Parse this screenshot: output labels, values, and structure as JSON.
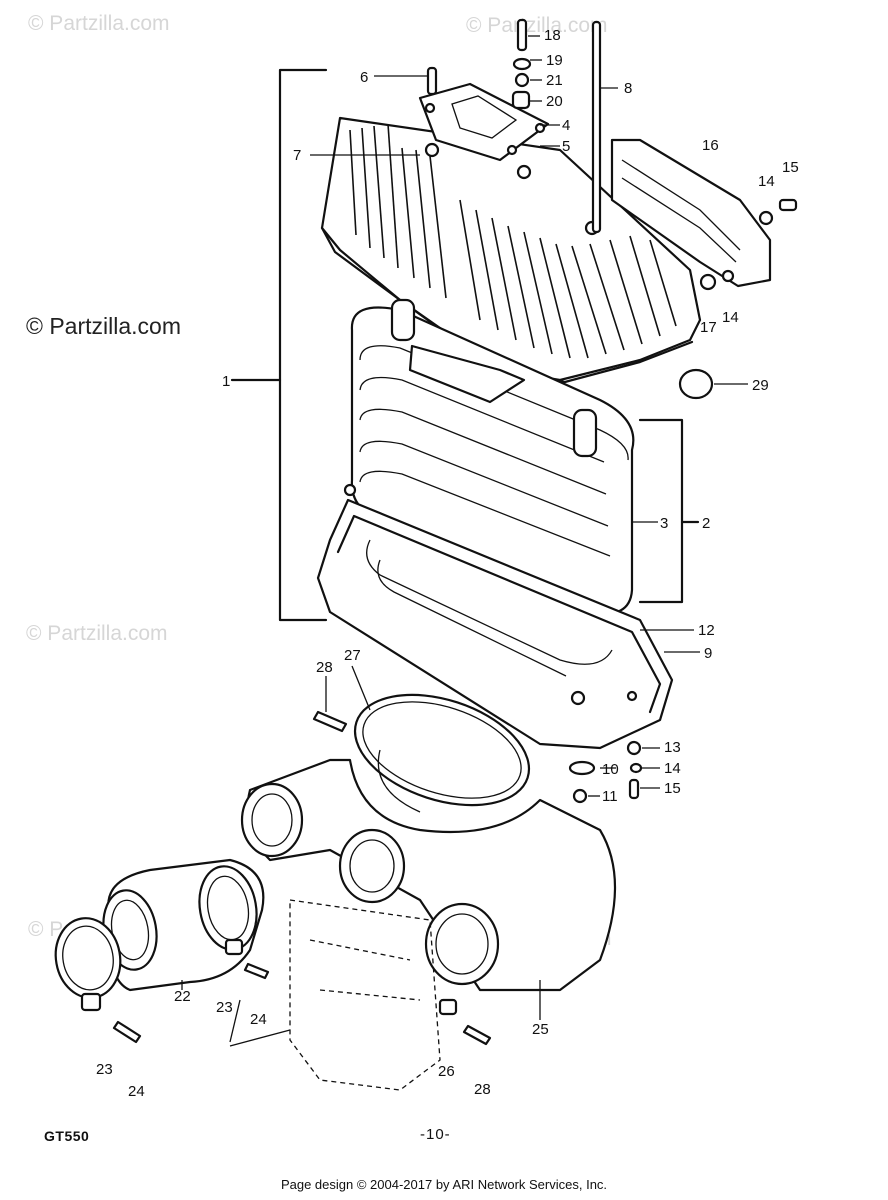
{
  "watermark": "© Partzilla.com",
  "model": "GT550",
  "page_number": "-10-",
  "footer": "Page design © 2004-2017 by ARI Network Services, Inc.",
  "callouts": {
    "c1": "1",
    "c2": "2",
    "c3": "3",
    "c4": "4",
    "c5": "5",
    "c6": "6",
    "c7": "7",
    "c8": "8",
    "c9": "9",
    "c10": "10",
    "c11": "11",
    "c12": "12",
    "c13": "13",
    "c14a": "14",
    "c14b": "14",
    "c14c": "14",
    "c15a": "15",
    "c15b": "15",
    "c16": "16",
    "c17": "17",
    "c18": "18",
    "c19": "19",
    "c20": "20",
    "c21": "21",
    "c22": "22",
    "c23a": "23",
    "c23b": "23",
    "c24a": "24",
    "c24b": "24",
    "c25": "25",
    "c26": "26",
    "c27": "27",
    "c28a": "28",
    "c28b": "28",
    "c29": "29"
  }
}
